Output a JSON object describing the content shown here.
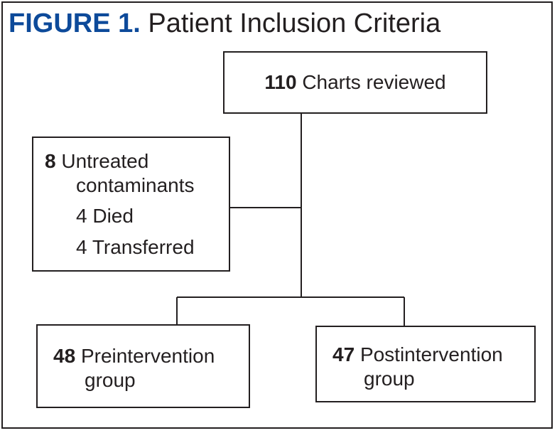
{
  "figure": {
    "label": "FIGURE 1.",
    "title": "Patient Inclusion Criteria"
  },
  "nodes": {
    "reviewed": {
      "count": "110",
      "text": "Charts reviewed"
    },
    "excluded": {
      "count": "8",
      "text_line1": "Untreated",
      "text_line2": "contaminants",
      "sub1": "4 Died",
      "sub2": "4 Transferred"
    },
    "pre": {
      "count": "48",
      "text_line1": "Preintervention",
      "text_line2": "group"
    },
    "post": {
      "count": "47",
      "text_line1": "Postintervention",
      "text_line2": "group"
    }
  },
  "colors": {
    "label": "#0d4a9a",
    "ink": "#231f20"
  }
}
